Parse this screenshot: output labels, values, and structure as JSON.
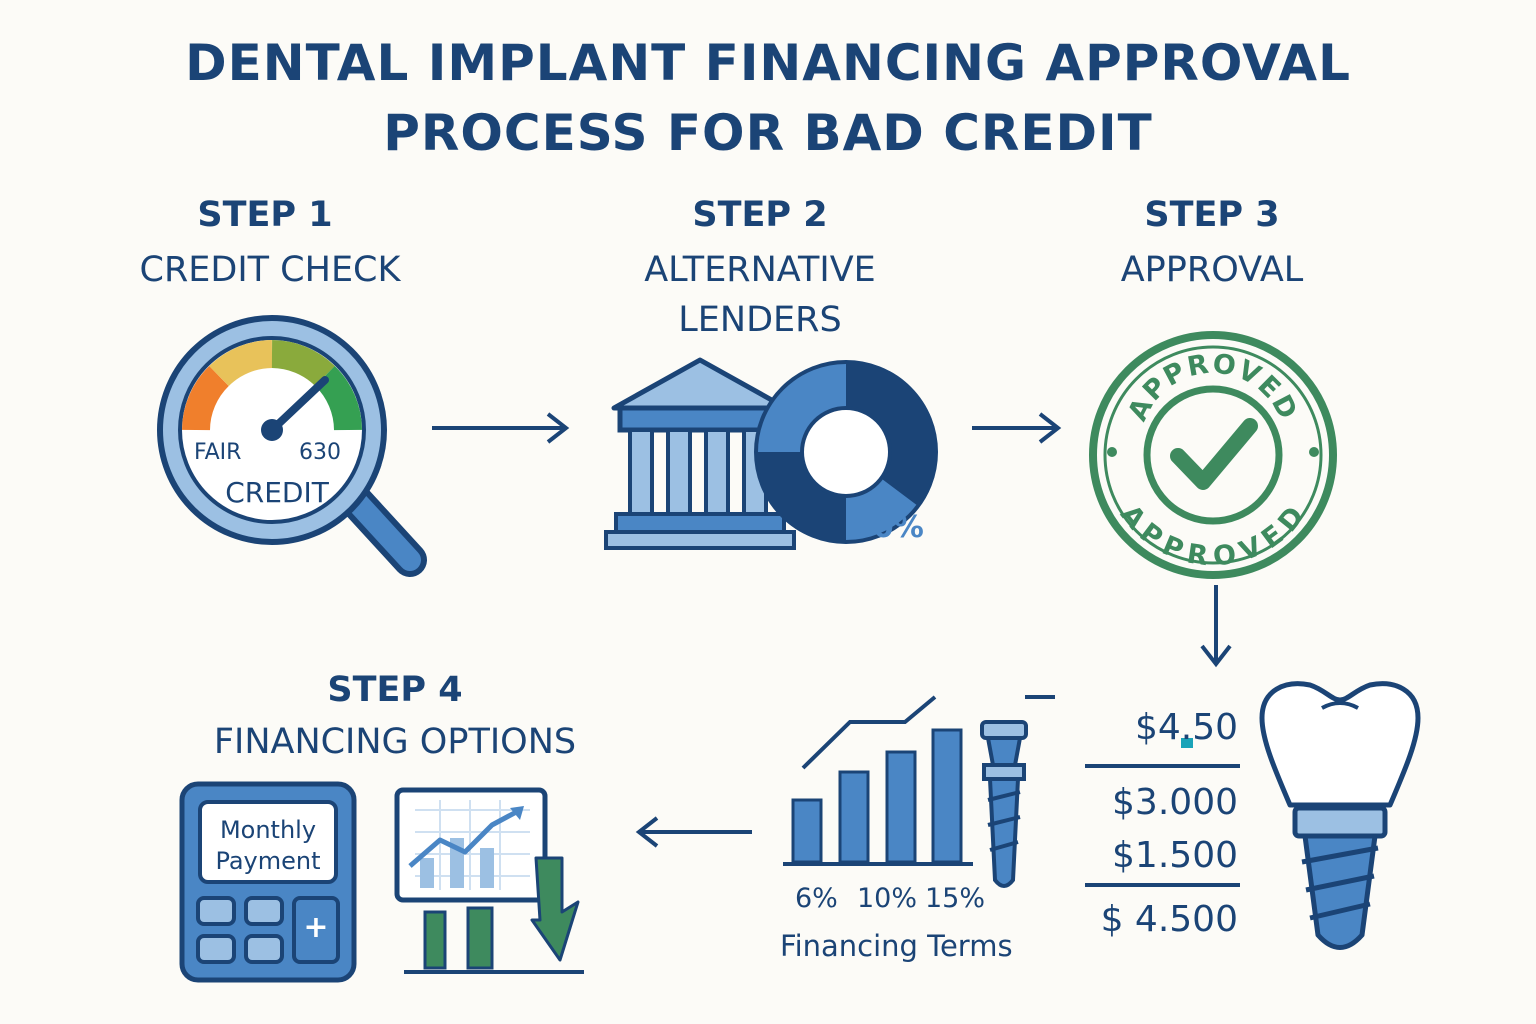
{
  "title": {
    "line1": "DENTAL IMPLANT FINANCING APPROVAL",
    "line2": "PROCESS FOR BAD CREDIT"
  },
  "steps": [
    {
      "step": "STEP 1",
      "label_lines": [
        "CREDIT CHECK"
      ]
    },
    {
      "step": "STEP 2",
      "label_lines": [
        "ALTERNATIVE",
        "LENDERS"
      ]
    },
    {
      "step": "STEP 3",
      "label_lines": [
        "APPROVAL"
      ]
    },
    {
      "step": "STEP 4",
      "label_lines": [
        "FINANCING OPTIONS"
      ]
    }
  ],
  "credit_gauge": {
    "left_label": "FAIR",
    "right_label": "630",
    "bottom_label": "CREDIT"
  },
  "lenders_donut": {
    "label": "60%"
  },
  "stamp": {
    "top_text": "APPROVED",
    "bottom_text": "APPROVED"
  },
  "calculator": {
    "screen_line1": "Monthly",
    "screen_line2": "Payment",
    "key_symbol": "+"
  },
  "financing_terms": {
    "rates": [
      "6%",
      "10%",
      "15%"
    ],
    "caption": "Financing Terms"
  },
  "costs": {
    "top": "$4.50",
    "line2": "$3.000",
    "line3": "$1.500",
    "total": "$ 4.500"
  },
  "colors": {
    "navy": "#1b4476",
    "blue": "#4a86c5",
    "light_blue": "#9cc0e3",
    "green": "#3e8a5e",
    "orange": "#f07f2c",
    "yellow": "#e8c25a"
  }
}
